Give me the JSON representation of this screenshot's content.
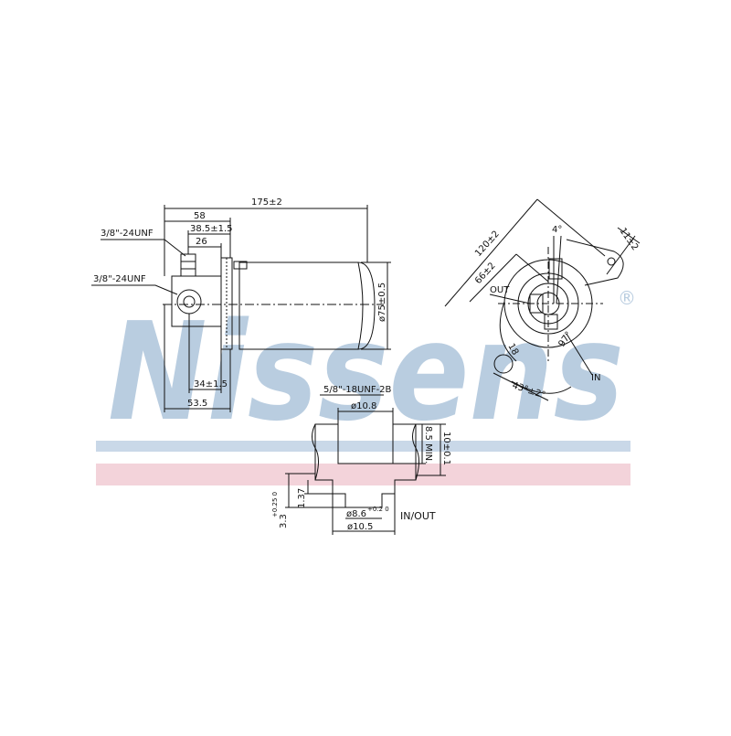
{
  "watermark": {
    "text": "Nissens",
    "registered": "®",
    "color": "#b9cde0",
    "band_blue": "#c9d8e8",
    "band_pink": "#f3d3da"
  },
  "side_view": {
    "overall_length": "175±2",
    "dim_58": "58",
    "dim_38_5": "38.5±1.5",
    "dim_26": "26",
    "port_top_thread": "3/8\"-24UNF",
    "port_side_thread": "3/8\"-24UNF",
    "diameter": "ø75±0.5",
    "dim_34": "34±1.5",
    "dim_53_5": "53.5"
  },
  "end_view": {
    "radius_120": "120±2",
    "radius_66": "66±2",
    "angle_4": "4°",
    "dim_11": "11±2",
    "out_label": "OUT",
    "in_label": "IN",
    "dim_18": "18",
    "angle_97": "97°",
    "angle_43": "43°±2°"
  },
  "port_detail": {
    "thread": "5/8\"-18UNF-2B",
    "dia_10_8": "ø10.8",
    "depth_8_5": "8.5 MIN.",
    "depth_10": "10±0.1",
    "dim_1_37": "1.37",
    "dim_3_3": "3.3",
    "tol_3_3": "+0.25 0",
    "dia_8_6": "ø8.6",
    "tol_8_6": "+0.2 0",
    "dia_10_5": "ø10.5",
    "label": "IN/OUT"
  }
}
